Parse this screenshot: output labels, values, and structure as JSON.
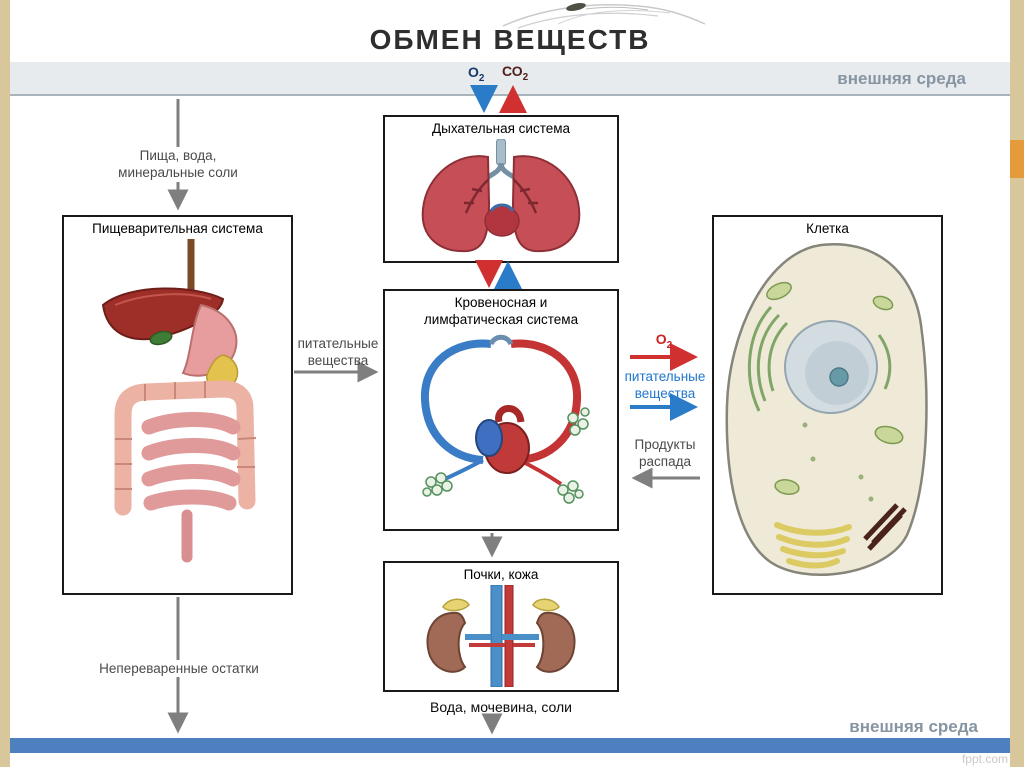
{
  "slide": {
    "title": "ОБМЕН ВЕЩЕСТВ",
    "env_top": "внешняя среда",
    "env_bottom": "внешняя среда",
    "watermark": "fppt.com"
  },
  "gases": {
    "o2": "О",
    "co2": "СО",
    "sub": "2"
  },
  "boxes": {
    "respiratory": {
      "label": "Дыхательная система"
    },
    "circulatory": {
      "line1": "Кровеносная и",
      "line2": "лимфатическая система"
    },
    "digestive": {
      "label": "Пищеварительная система"
    },
    "cell": {
      "label": "Клетка"
    },
    "kidneys": {
      "label": "Почки, кожа"
    }
  },
  "flows": {
    "food": {
      "line1": "Пища, вода,",
      "line2": "минеральные соли"
    },
    "nutrients_gray": {
      "line1": "питательные",
      "line2": "вещества"
    },
    "o2_cell": {
      "label": "О",
      "sub": "2"
    },
    "nutrients_blue": {
      "line1": "питательные",
      "line2": "вещества"
    },
    "decay": {
      "line1": "Продукты",
      "line2": "распада"
    },
    "undigested": {
      "label": "Непереваренные остатки"
    },
    "urine": {
      "label": "Вода, мочевина, соли"
    }
  },
  "colors": {
    "side_strip_tan": "#d7c79b",
    "accent_orange": "#e59b3c",
    "env_band": "#e7ebee",
    "env_text": "#8795a3",
    "bottom_bar_blue": "#4e7fbe",
    "arrow_gray": "#7f7f7f",
    "arrow_red": "#d03030",
    "arrow_blue": "#2a7cc8",
    "o2_label_red": "#cc2222",
    "nutrients_blue_text": "#2277cc"
  }
}
